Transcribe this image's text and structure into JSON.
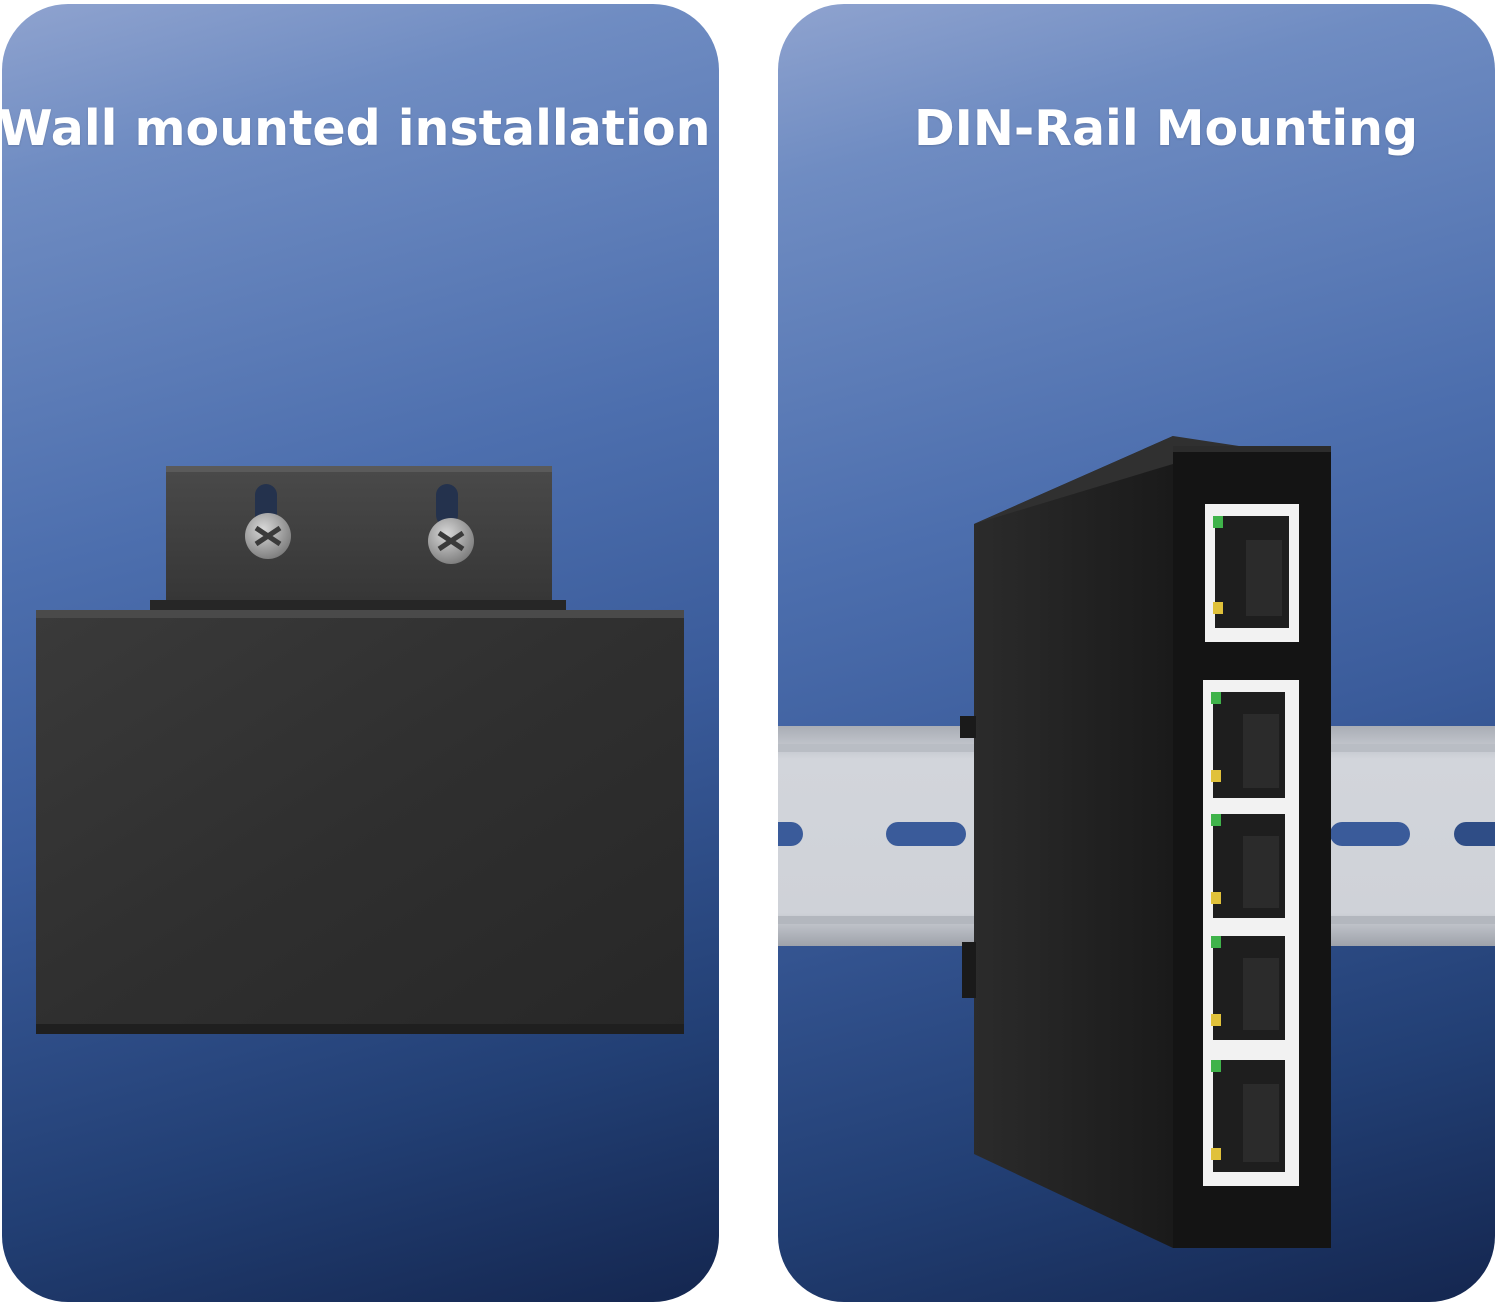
{
  "panels": [
    {
      "title": "Wall mounted installation",
      "image": "wall-mounted-switch-with-bracket"
    },
    {
      "title": "DIN-Rail Mounting",
      "image": "din-rail-mounted-switch-with-5-ports"
    }
  ],
  "colors": {
    "background_top": "#8fa3cf",
    "background_bottom": "#14264f",
    "device_body": "#2a2a2a",
    "bracket": "#3a3a3a",
    "rail": "#c8ccd3",
    "port_frame": "#f2f2f2",
    "led_green": "#3fb34a",
    "led_yellow": "#e0c13a"
  }
}
